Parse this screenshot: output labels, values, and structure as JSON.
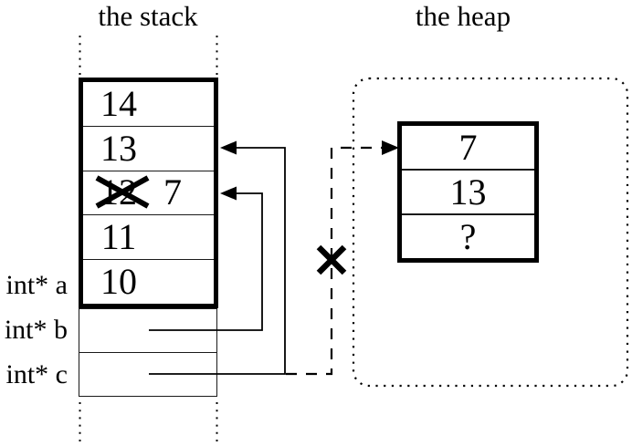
{
  "titles": {
    "stack": "the stack",
    "heap": "the heap"
  },
  "stack_cells": [
    {
      "value": "14"
    },
    {
      "value": "13"
    },
    {
      "value": "12",
      "crossed_out": true,
      "new_value": "7"
    },
    {
      "value": "11"
    },
    {
      "value": "10"
    }
  ],
  "pointer_labels": {
    "a": "int* a",
    "b": "int* b",
    "c": "int* c"
  },
  "heap_cells": [
    {
      "value": "7"
    },
    {
      "value": "13"
    },
    {
      "value": "?"
    }
  ],
  "colors": {
    "ink": "#000000",
    "paper": "#ffffff"
  }
}
